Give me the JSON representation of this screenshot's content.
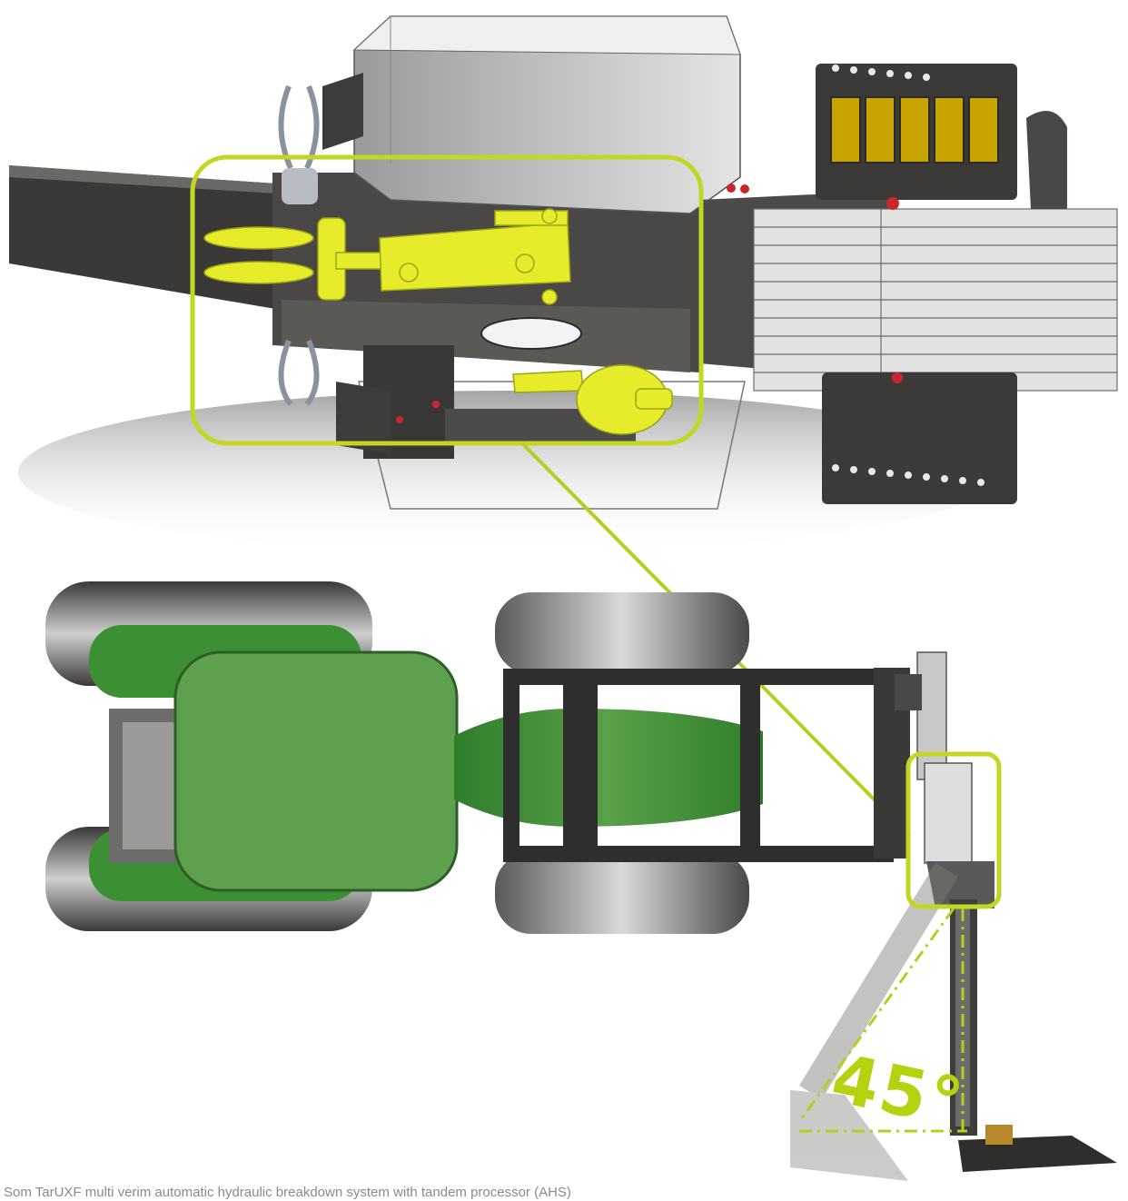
{
  "angle_label": "45°",
  "caption": "Som TarUXF multi verim automatic hydraulic breakdown system with tandem processor (AHS)",
  "colors": {
    "highlight": "#c9dc24",
    "highlight_fill": "#e7ee2a",
    "tractor_green": "#3f9a38",
    "steel_dark": "#3d3b3a",
    "steel_mid": "#6c6a68",
    "steel_light": "#d8d8d8",
    "tire": "#4a4848"
  },
  "icons": {
    "detail_frame": "rounded-highlight-frame",
    "zoom_leader": "connector-line",
    "angle_guides": "dash-dot-lines"
  }
}
